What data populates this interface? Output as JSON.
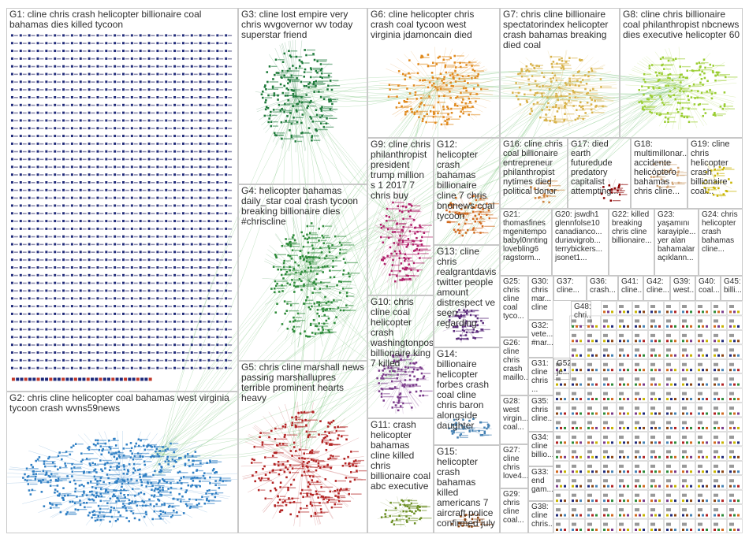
{
  "colors": {
    "G1": "#1f2a7a",
    "G2": "#2f7fc4",
    "G3": "#1e7a3a",
    "G4": "#2e8b3a",
    "G5": "#b22222",
    "G6": "#e08a1e",
    "G7": "#d8b24a",
    "G8": "#9acd32",
    "G9": "#b0206a",
    "G10": "#7a3a8a",
    "G11": "#6b8e23",
    "G12": "#d2691e",
    "G13": "#5a2a7a",
    "G14": "#4682b4",
    "G15": "#8b4513",
    "G16": "#cd853f",
    "G17": "#8b0000",
    "G18": "#d2a679",
    "G19": "#c8b400",
    "edge": "#4caf50"
  },
  "clusters": [
    {
      "id": "G1",
      "label": "G1: cline chris crash helicopter billionaire coal bahamas dies killed tycoon"
    },
    {
      "id": "G2",
      "label": "G2: chris cline helicopter coal bahamas west virginia tycoon crash wvns59news"
    },
    {
      "id": "G3",
      "label": "G3: cline lost empire very chris wvgovernor wv today superstar friend"
    },
    {
      "id": "G4",
      "label": "G4: helicopter bahamas daily_star coal crash tycoon breaking billionaire dies #chriscline"
    },
    {
      "id": "G5",
      "label": "G5: chris cline marshall news passing marshallupres terrible prominent hearts heavy"
    },
    {
      "id": "G6",
      "label": "G6: cline helicopter chris crash coal tycoon west virginia jdamoncain died"
    },
    {
      "id": "G7",
      "label": "G7: chris cline billionaire spectatorindex helicopter crash bahamas breaking died coal"
    },
    {
      "id": "G8",
      "label": "G8: cline chris billionaire coal philanthropist nbcnews dies executive helicopter 60"
    },
    {
      "id": "G9",
      "label": "G9: cline chris philanthropist president trump million s 1 2017 7 chris buy"
    },
    {
      "id": "G10",
      "label": "G10: chris cline coal helicopter crash washingtonpost billionaire king 7 killed"
    },
    {
      "id": "G11",
      "label": "G11: crash helicopter bahamas cline killed chris billionaire coal abc executive"
    },
    {
      "id": "G12",
      "label": "G12: helicopter crash bahamas billionaire cline 7 chris bnonews coal tycoon"
    },
    {
      "id": "G13",
      "label": "G13: cline chris realgrantdavis twitter people amount distrespect ve seen regarding"
    },
    {
      "id": "G14",
      "label": "G14: billionaire helicopter forbes crash coal cline chris baron alongside daughter"
    },
    {
      "id": "G15",
      "label": "G15: helicopter crash bahamas killed americans 7 aircraft police confirmed july"
    },
    {
      "id": "G16",
      "label": "G16: cline chris coal billionaire entrepreneur philanthropist nytimes died political donor"
    },
    {
      "id": "G17",
      "label": "G17: died earth futuredude predatory capitalist attempting..."
    },
    {
      "id": "G18",
      "label": "G18: multimillonar... accidente helicóptero bahamas chris cline..."
    },
    {
      "id": "G19",
      "label": "G19: cline chris helicopter crash billionaire coal..."
    },
    {
      "id": "G20",
      "label": "G20: jswdh1 glennfolse10 canadianco... duriavigrob... terrybickers... jsonet1..."
    },
    {
      "id": "G21",
      "label": "G21: thomasfines mgenitempo babyl0nnting lovebling6 ragstorm..."
    },
    {
      "id": "G22",
      "label": "G22: killed breaking chris cline billionaire..."
    },
    {
      "id": "G23",
      "label": "G23: yaşamını karayiple... yer alan bahamalar açıklann..."
    },
    {
      "id": "G24",
      "label": "G24: chris helicopter crash bahamas cline..."
    },
    {
      "id": "G25",
      "label": "G25: chris cline coal tyco..."
    },
    {
      "id": "G26",
      "label": "G26: cline chris crash maillo..."
    },
    {
      "id": "G27",
      "label": "G27: cline chris love4..."
    },
    {
      "id": "G28",
      "label": "G28: west virgin... coal..."
    },
    {
      "id": "G29",
      "label": "G29: chris cline coal..."
    },
    {
      "id": "G30",
      "label": "G30: chris mar... cline"
    },
    {
      "id": "G31",
      "label": "G31: cline chris ..."
    },
    {
      "id": "G32",
      "label": "G32: vete... #nar..."
    },
    {
      "id": "G33",
      "label": "G33: end gam..."
    },
    {
      "id": "G34",
      "label": "G34: cline billio..."
    },
    {
      "id": "G35",
      "label": "G35: chris cline..."
    },
    {
      "id": "G36",
      "label": "G36: crash..."
    },
    {
      "id": "G37",
      "label": "G37: cline..."
    },
    {
      "id": "G38",
      "label": "G38: cline chris..."
    },
    {
      "id": "G39",
      "label": "G39: west..."
    },
    {
      "id": "G40",
      "label": "G40: coal..."
    },
    {
      "id": "G41",
      "label": "G41: cline..."
    },
    {
      "id": "G42",
      "label": "G42: cline..."
    },
    {
      "id": "G45",
      "label": "G45: billi..."
    },
    {
      "id": "G48",
      "label": "G48: chri..."
    },
    {
      "id": "G52",
      "label": "G52: je..."
    }
  ]
}
